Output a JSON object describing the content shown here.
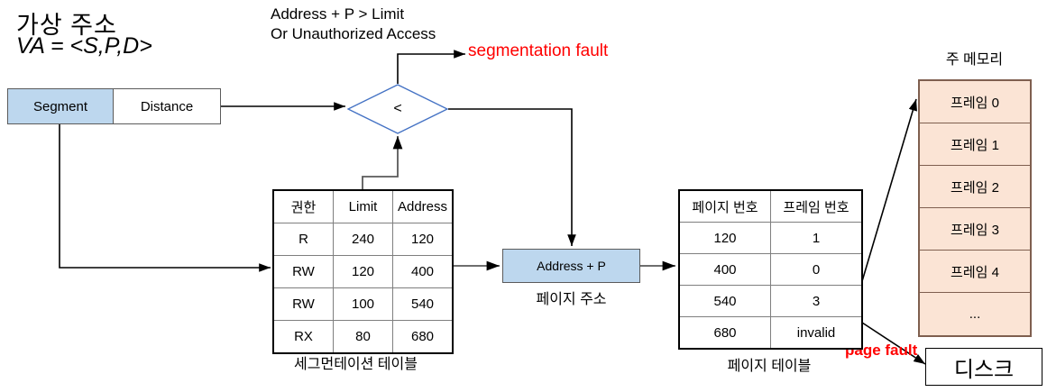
{
  "labels": {
    "virtual_address_title": "가상 주소",
    "virtual_address_formula": "VA = <S,P,D>",
    "condition_line1": "Address + P > Limit",
    "condition_line2": "Or Unauthorized Access",
    "segmentation_fault": "segmentation fault",
    "page_fault": "page fault",
    "comparator": "<",
    "address_plus_p": "Address + P",
    "page_address_caption": "페이지 주소",
    "segmentation_table_caption": "세그먼테이션 테이블",
    "page_table_caption": "페이지 테이블",
    "main_memory_title": "주 메모리",
    "disk": "디스크"
  },
  "virtual_address_bar": {
    "segment_label": "Segment",
    "distance_label": "Distance"
  },
  "segmentation_table": {
    "headers": [
      "권한",
      "Limit",
      "Address"
    ],
    "rows": [
      [
        "R",
        "240",
        "120"
      ],
      [
        "RW",
        "120",
        "400"
      ],
      [
        "RW",
        "100",
        "540"
      ],
      [
        "RX",
        "80",
        "680"
      ]
    ]
  },
  "page_table": {
    "headers": [
      "페이지 번호",
      "프레임 번호"
    ],
    "rows": [
      [
        "120",
        "1"
      ],
      [
        "400",
        "0"
      ],
      [
        "540",
        "3"
      ],
      [
        "680",
        "invalid"
      ]
    ]
  },
  "main_memory": {
    "frames": [
      "프레임 0",
      "프레임 1",
      "프레임 2",
      "프레임 3",
      "프레임 4",
      "..."
    ]
  },
  "colors": {
    "accent_blue": "#bdd7ee",
    "memory_peach": "#fbe4d5",
    "fault_red": "#ff0000",
    "diamond_stroke": "#4472c4",
    "line": "#000000"
  }
}
